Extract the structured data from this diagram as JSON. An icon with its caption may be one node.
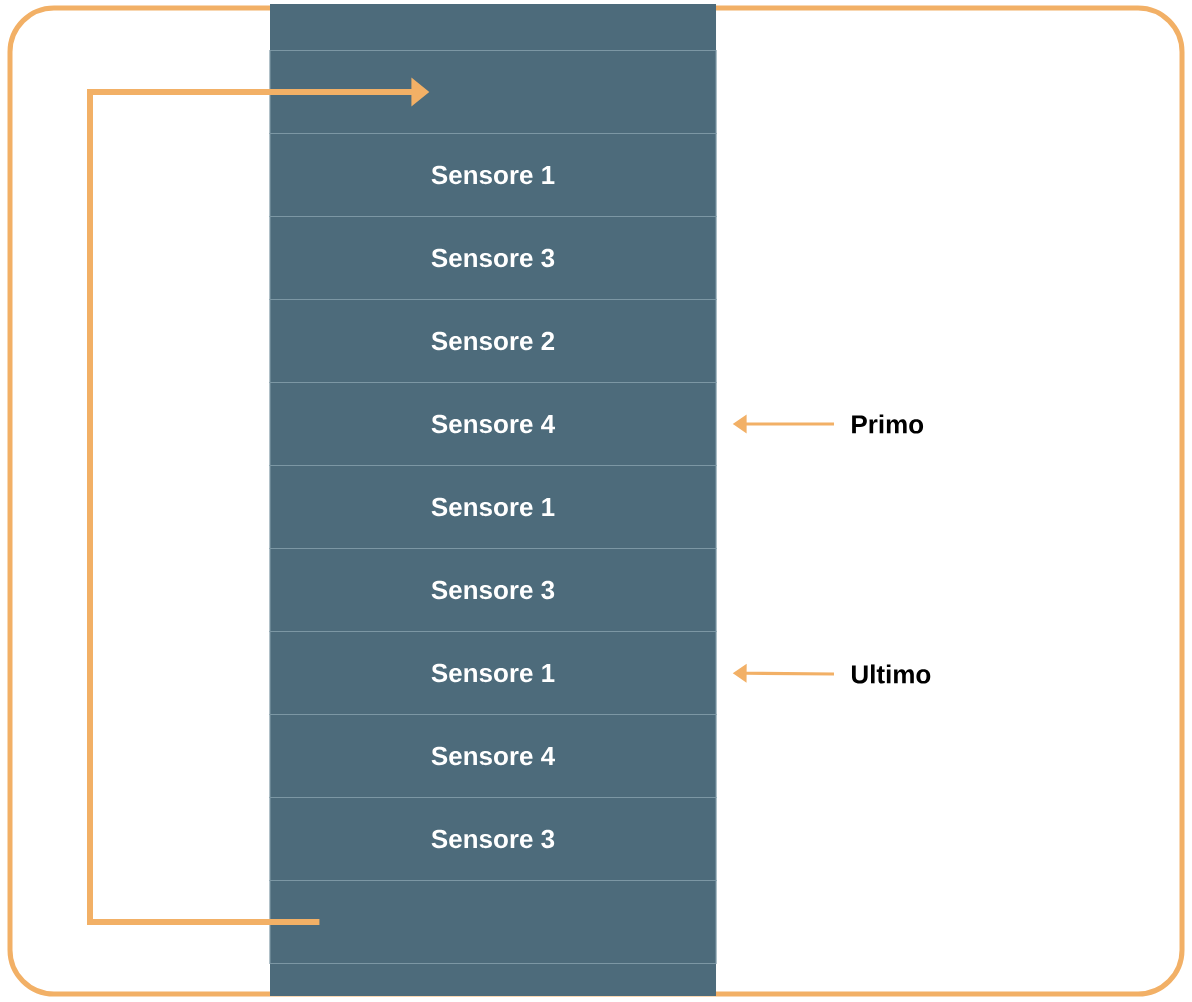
{
  "diagram": {
    "nodes": [
      {
        "text": [],
        "shape": "bar"
      },
      {
        "text": [],
        "shape": "box",
        "in": 0
      },
      {
        "text": [
          "Sensore 1"
        ],
        "in": 0
      },
      {
        "text": [
          "Sensore 3"
        ],
        "in": 0
      },
      {
        "text": [
          "Sensore 2"
        ],
        "in": 0
      },
      {
        "text": [
          "Sensore 4"
        ],
        "in": 0
      },
      {
        "text": [
          "Sensore 1"
        ],
        "in": 0
      },
      {
        "text": [
          "Sensore 3"
        ],
        "in": 0
      },
      {
        "text": [
          "Sensore 1"
        ],
        "in": 0
      },
      {
        "text": [
          "Sensore 4"
        ],
        "in": 0
      },
      {
        "text": [
          "Sensore 3"
        ],
        "in": 0
      },
      {
        "text": [],
        "shape": "box",
        "in": 0
      },
      {
        "text": [
          "Primo"
        ]
      },
      {
        "text": [
          "Ultimo"
        ]
      }
    ],
    "edges": [
      {
        "from": 11,
        "to": 1,
        "arrow": "to"
      },
      {
        "from": 12,
        "to": 5,
        "arrow": "to"
      },
      {
        "from": 13,
        "to": 8,
        "arrow": "to"
      }
    ]
  }
}
